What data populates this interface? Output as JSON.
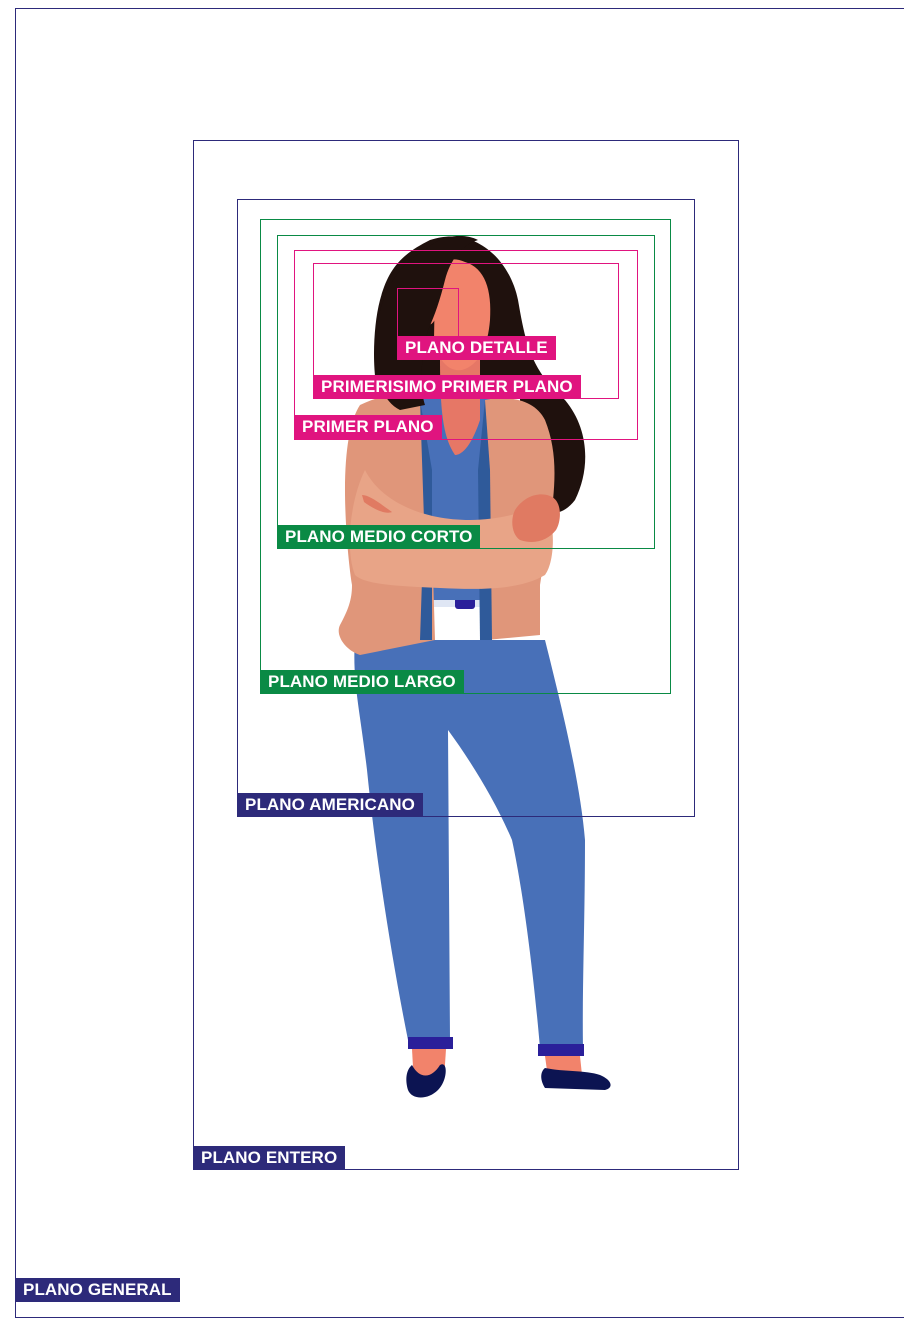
{
  "colors": {
    "general": "#2d2a7a",
    "entero": "#2d2a7a",
    "americano": "#2d2a7a",
    "medio": "#0a8a45",
    "primer": "#e0147f",
    "skin": "#f2836b",
    "hair": "#1f110d",
    "jacket": "#e0967a",
    "jeans": "#4870b8",
    "shoes": "#0c1452"
  },
  "shots": {
    "general": "PLANO GENERAL",
    "entero": "PLANO ENTERO",
    "americano": "PLANO AMERICANO",
    "medio_largo": "PLANO MEDIO LARGO",
    "medio_corto": "PLANO MEDIO CORTO",
    "primer_plano": "PRIMER PLANO",
    "primerisimo": "PRIMERISIMO PRIMER PLANO",
    "detalle": "PLANO DETALLE"
  }
}
